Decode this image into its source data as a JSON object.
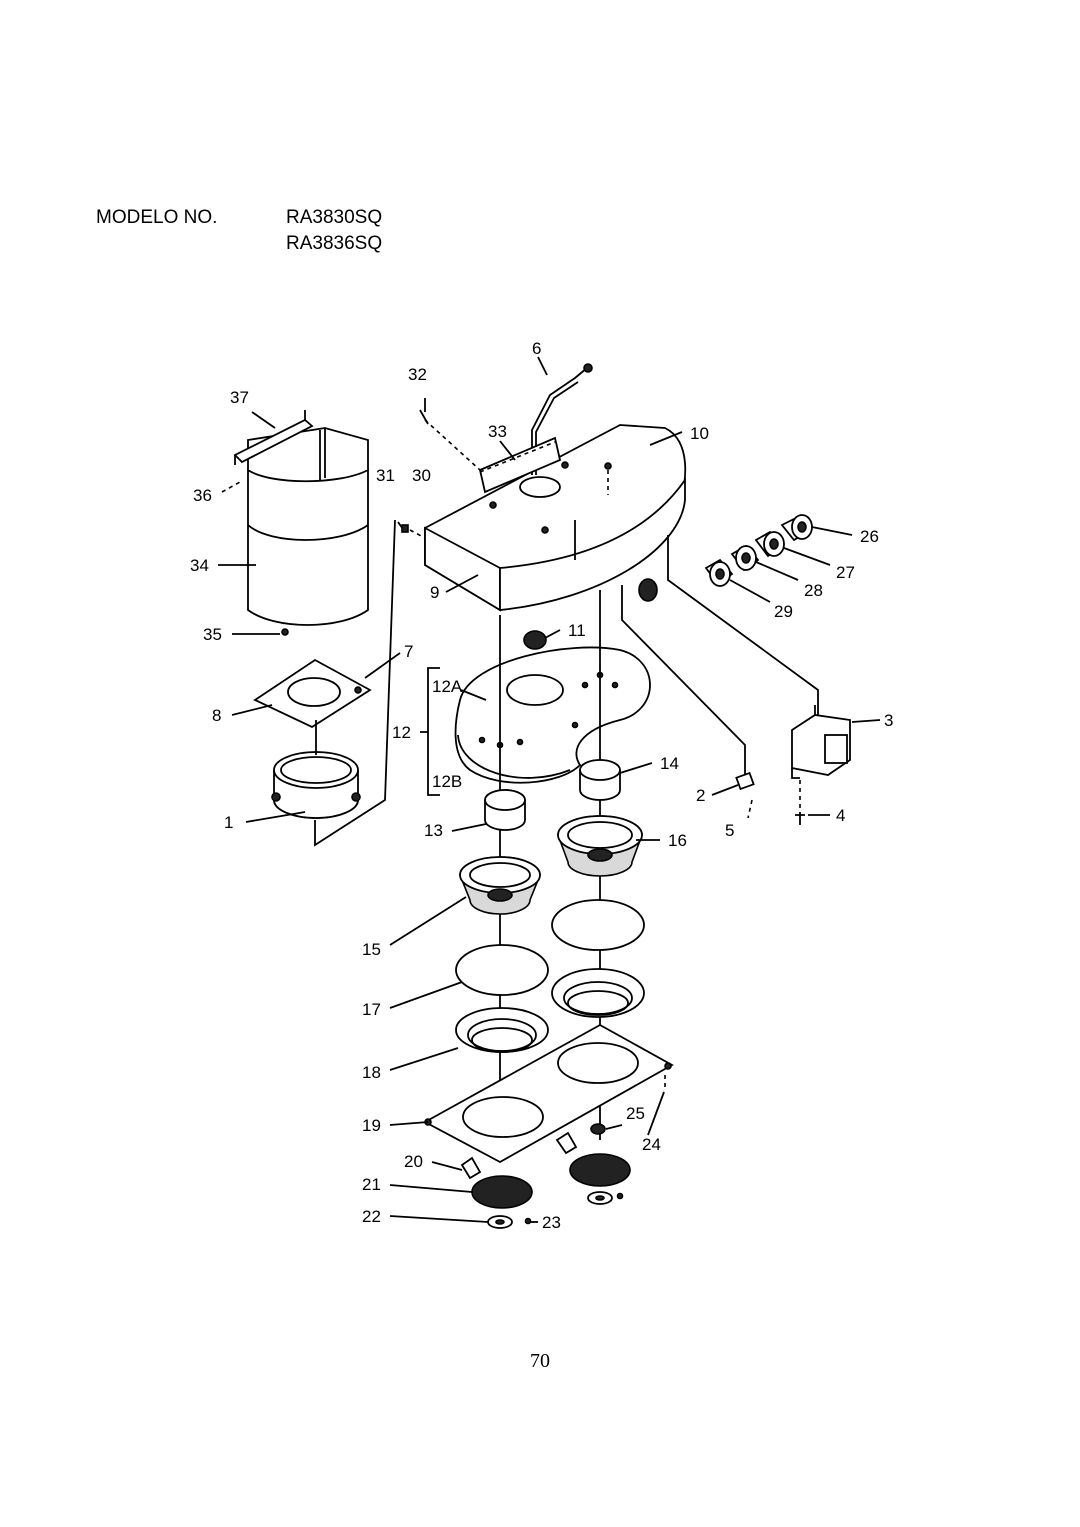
{
  "header": {
    "model_label": "MODELO NO.",
    "models": [
      "RA3830SQ",
      "RA3836SQ"
    ]
  },
  "diagram": {
    "labels": {
      "p1": "1",
      "p2": "2",
      "p3": "3",
      "p4": "4",
      "p5": "5",
      "p6": "6",
      "p7": "7",
      "p8": "8",
      "p9": "9",
      "p10": "10",
      "p11": "11",
      "p12": "12",
      "p12a": "12A",
      "p12b": "12B",
      "p13": "13",
      "p14": "14",
      "p15": "15",
      "p16": "16",
      "p17": "17",
      "p18": "18",
      "p19": "19",
      "p20": "20",
      "p21": "21",
      "p22": "22",
      "p23": "23",
      "p24": "24",
      "p25": "25",
      "p26": "26",
      "p27": "27",
      "p28": "28",
      "p29": "29",
      "p30": "30",
      "p31": "31",
      "p32": "32",
      "p33": "33",
      "p34": "34",
      "p35": "35",
      "p36": "36",
      "p37": "37"
    }
  },
  "footer": {
    "page_number": "70"
  }
}
